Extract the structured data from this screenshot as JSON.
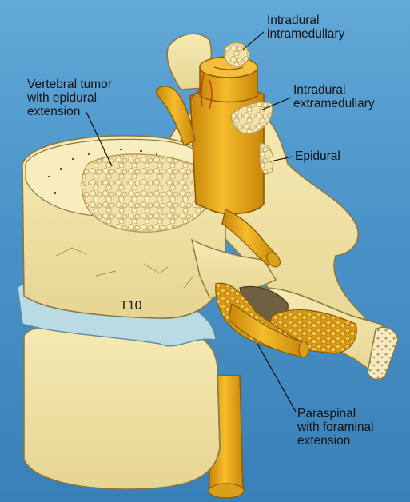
{
  "labels": {
    "intradural_intramedullary": [
      "Intradural",
      "intramedullary"
    ],
    "intradural_extramedullary": [
      "Intradural",
      "extramedullary"
    ],
    "epidural": "Epidural",
    "vertebral_tumor": [
      "Vertebral tumor",
      "with epidural",
      "extension"
    ],
    "paraspinal": [
      "Paraspinal",
      "with foraminal",
      "extension"
    ],
    "vertebra_level": "T10"
  },
  "colors": {
    "background": "#4a93c8",
    "bone": "#f2e4a6",
    "bone_shadow": "#d6c485",
    "disc": "#b9dbe3",
    "nerve": "#e8a913",
    "nerve_dark": "#c8850a",
    "tumor": "#f4e2a8",
    "tumor_outline": "#b39a52",
    "leader": "#000000"
  }
}
